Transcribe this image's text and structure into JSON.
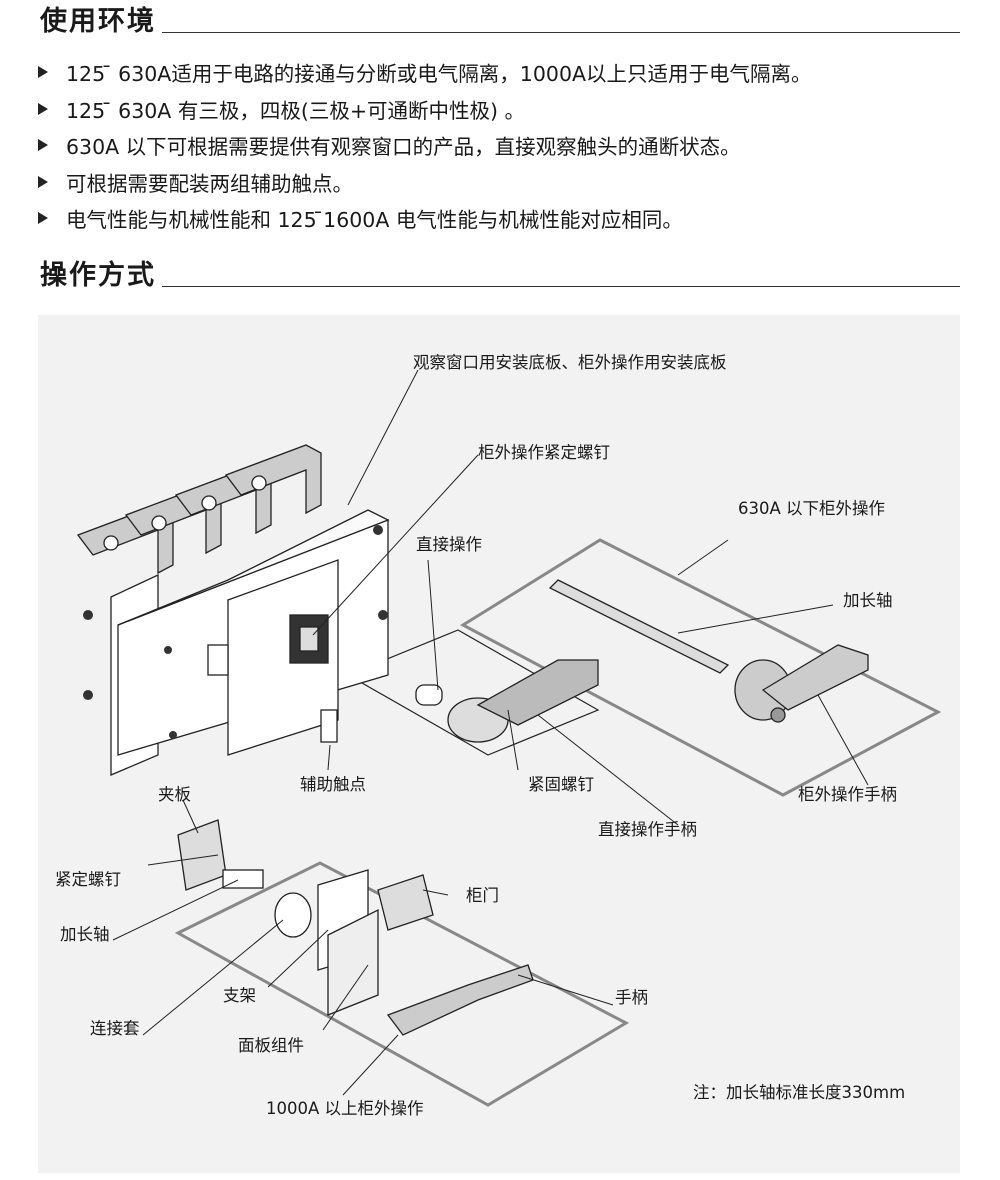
{
  "section_usage": {
    "title": "使用环境"
  },
  "bullets": [
    "125 ̄ 630A适用于电路的接通与分断或电气隔离，1000A以上只适用于电气隔离。",
    "125 ̄ 630A 有三极，四极(三极+可通断中性极) 。",
    "630A 以下可根据需要提供有观察窗口的产品，直接观察触头的通断状态。",
    "可根据需要配装两组辅助触点。",
    "电气性能与机械性能和 125  ̄1600A 电气性能与机械性能对应相同。"
  ],
  "section_mode": {
    "title": "操作方式"
  },
  "diagram": {
    "labels": {
      "mount_plate": "观察窗口用安装底板、柜外操作用安装底板",
      "fix_screw_outside": "柜外操作紧定螺钉",
      "direct_op": "直接操作",
      "below630_outside": "630A 以下柜外操作",
      "extension_shaft_1": "加长轴",
      "clamp_plate": "夹板",
      "aux_contact": "辅助触点",
      "tight_screw": "紧固螺钉",
      "outside_handle": "柜外操作手柄",
      "direct_handle": "直接操作手柄",
      "set_screw": "紧定螺钉",
      "cabinet_door": "柜门",
      "extension_shaft_2": "加长轴",
      "handle": "手柄",
      "bracket": "支架",
      "coupling": "连接套",
      "panel_assembly": "面板组件",
      "note": "注：加长轴标准长度330mm",
      "above1000_outside": "1000A 以上柜外操作"
    }
  }
}
